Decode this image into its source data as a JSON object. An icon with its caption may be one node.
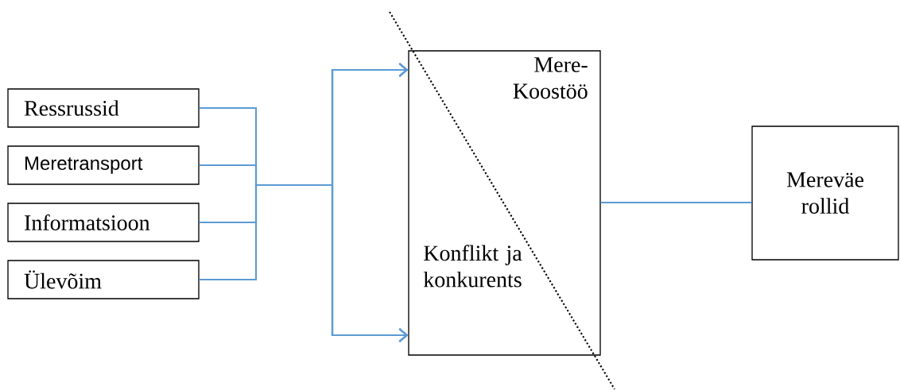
{
  "diagram": {
    "nodes": [
      {
        "text": [
          "Ressrussid"
        ]
      },
      {
        "text": [
          "Meretransport"
        ]
      },
      {
        "text": [
          "Informatsioon"
        ]
      },
      {
        "text": [
          "Ülevõim"
        ]
      },
      {
        "text": [
          "Mere- Koostöö",
          "Konflikt ja konkurents"
        ]
      },
      {
        "text": [
          "Mereväe rollid"
        ]
      }
    ],
    "edges": [
      {
        "from": 0,
        "to": 4,
        "arrow": "to"
      },
      {
        "from": 1,
        "to": 4,
        "arrow": "to"
      },
      {
        "from": 2,
        "to": 4,
        "arrow": "to"
      },
      {
        "from": 3,
        "to": 4,
        "arrow": "to"
      },
      {
        "from": 4,
        "to": 5,
        "arrow": "none"
      }
    ]
  }
}
